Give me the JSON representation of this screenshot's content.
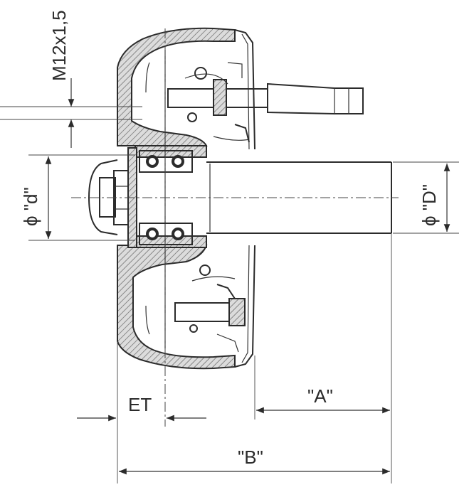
{
  "labels": {
    "thread": "M12x1,5",
    "hub_diameter": "ϕ \"d\"",
    "shaft_diameter": "ϕ \"D\"",
    "offset": "ET",
    "dim_a": "\"A\"",
    "dim_b": "\"B\""
  }
}
